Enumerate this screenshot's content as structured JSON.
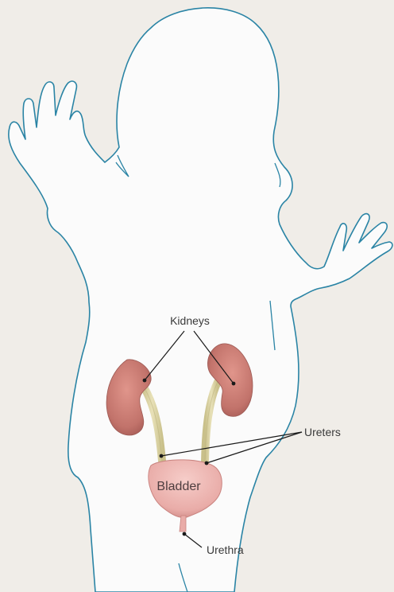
{
  "labels": {
    "kidneys": "Kidneys",
    "ureters": "Ureters",
    "bladder": "Bladder",
    "urethra": "Urethra"
  },
  "colors": {
    "background": "#f0ede8",
    "body_fill": "#fbfbfb",
    "body_outline": "#2a84a5",
    "kidney": "#c8786f",
    "ureter": "#ddd5a4",
    "bladder": "#eab0ac",
    "leader_line": "#1a1a1a"
  }
}
